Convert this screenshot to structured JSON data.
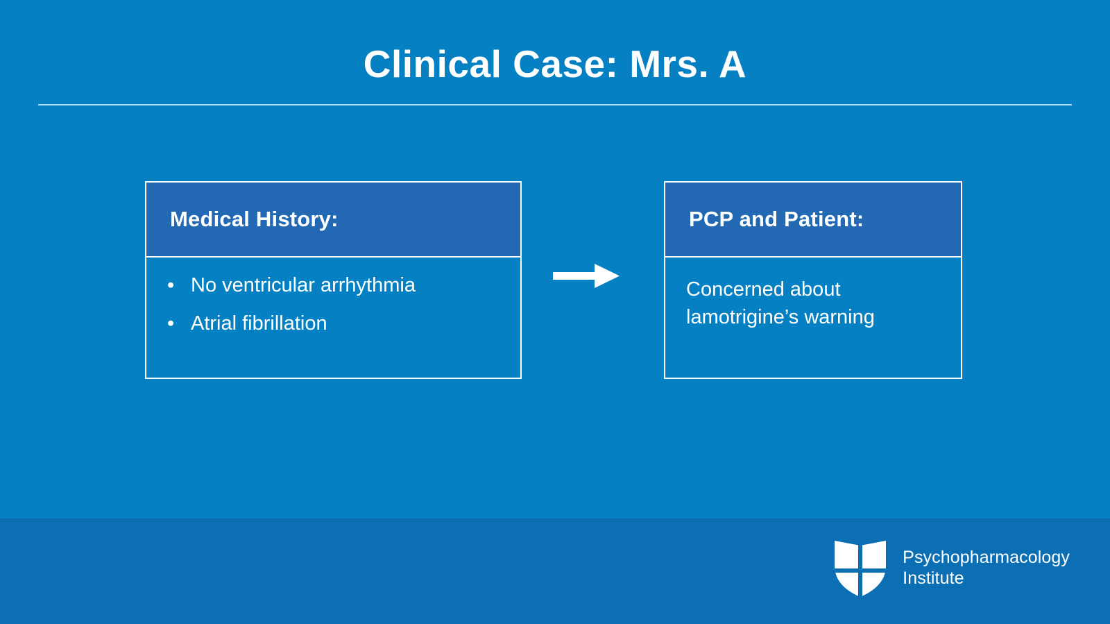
{
  "slide": {
    "title": "Clinical Case: Mrs. A",
    "background_color": "#0580c2",
    "footer_band_color": "#0c6fb4",
    "card_header_color": "#2268b2",
    "text_color": "#ffffff"
  },
  "flow": {
    "arrow_icon": "arrow-right-icon",
    "cards": [
      {
        "header": "Medical History:",
        "bullet_glyph": "•",
        "bullets": [
          "No ventricular arrhythmia",
          "Atrial fibrillation"
        ]
      },
      {
        "header": "PCP and Patient:",
        "paragraph": "Concerned about lamotrigine’s warning"
      }
    ]
  },
  "footer": {
    "logo_icon": "shield-logo-icon",
    "brand_line1": "Psychopharmacology",
    "brand_line2": "Institute"
  }
}
